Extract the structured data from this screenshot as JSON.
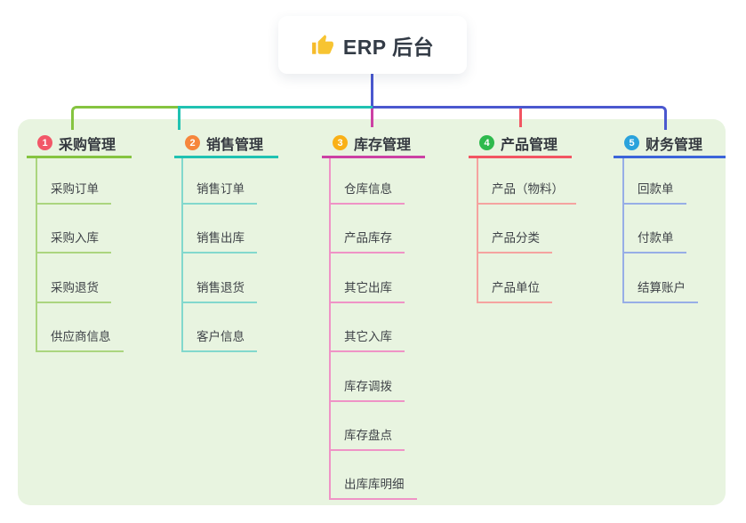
{
  "root": {
    "label": "ERP 后台",
    "icon": "thumbs-up-icon"
  },
  "branches": [
    {
      "badge": "1",
      "label": "采购管理",
      "badge_color": "#f25768",
      "line_color": "#85c440",
      "child_line_color": "#abd57f",
      "children": [
        "采购订单",
        "采购入库",
        "采购退货",
        "供应商信息"
      ]
    },
    {
      "badge": "2",
      "label": "销售管理",
      "badge_color": "#f6863c",
      "line_color": "#20c2b2",
      "child_line_color": "#82d8cd",
      "children": [
        "销售订单",
        "销售出库",
        "销售退货",
        "客户信息"
      ]
    },
    {
      "badge": "3",
      "label": "库存管理",
      "badge_color": "#f9b016",
      "line_color": "#cc41a4",
      "child_line_color": "#ef93c6",
      "children": [
        "仓库信息",
        "产品库存",
        "其它出库",
        "其它入库",
        "库存调拨",
        "库存盘点",
        "出库库明细"
      ]
    },
    {
      "badge": "4",
      "label": "产品管理",
      "badge_color": "#2eba4d",
      "line_color": "#f25562",
      "child_line_color": "#f5a3a0",
      "children": [
        "产品（物料）",
        "产品分类",
        "产品单位"
      ]
    },
    {
      "badge": "5",
      "label": "财务管理",
      "badge_color": "#2aa2dc",
      "line_color": "#3c64d9",
      "child_line_color": "#97aee6",
      "children": [
        "回款单",
        "付款单",
        "结算账户"
      ]
    }
  ],
  "colors": {
    "panel_background": "#e8f4e0",
    "root_connector": "#4a58cf",
    "bus_segments": [
      "#85c440",
      "#20c2b2",
      "#4a58cf"
    ],
    "drop_inventory": "#cc41a4",
    "drop_product": "#f25562"
  }
}
